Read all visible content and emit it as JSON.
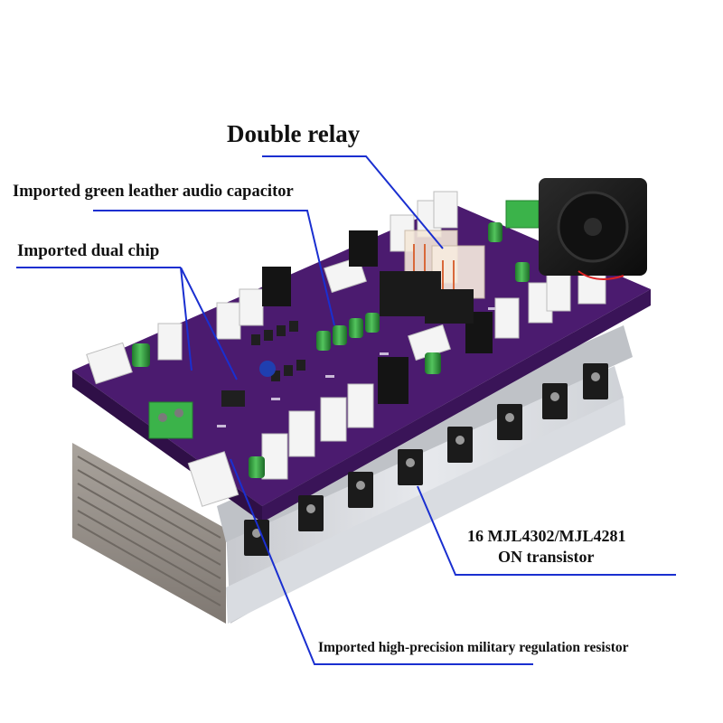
{
  "labels": {
    "double_relay": "Double relay",
    "capacitor": "Imported green leather audio capacitor",
    "dual_chip": "Imported dual chip",
    "transistor_line1": "16 MJL4302/MJL4281",
    "transistor_line2": "ON transistor",
    "resistor": "Imported high-precision military regulation resistor"
  },
  "colors": {
    "leader_line": "#1a2fd0",
    "pcb": "#4a1a6e",
    "heatsink": "#c9ccd2",
    "capacitor": "#2f9e3c",
    "relay_housing": "#f2e7d8",
    "terminal_block": "#3bb34a"
  }
}
